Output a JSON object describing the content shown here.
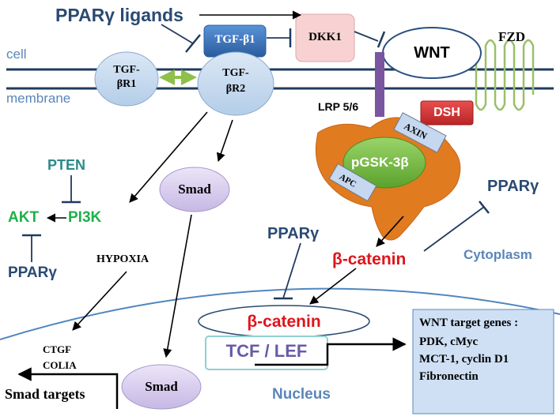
{
  "labels": {
    "ppar_ligands": "PPARγ ligands",
    "tgf_b1": "TGF-β1",
    "dkk1": "DKK1",
    "wnt": "WNT",
    "fzd": "FZD",
    "cell": "cell",
    "membrane": "membrane",
    "tgf_br1_line1": "TGF-",
    "tgf_br1_line2": "βR1",
    "tgf_br2_line1": "TGF-",
    "tgf_br2_line2": "βR2",
    "lrp": "LRP 5/6",
    "dsh": "DSH",
    "axin": "AXIN",
    "pgsk": "pGSK-3β",
    "apc": "APC",
    "pten": "PTEN",
    "akt": "AKT",
    "pi3k": "PI3K",
    "ppar_left": "PPARγ",
    "hypoxia": "HYPOXIA",
    "smad_upper": "Smad",
    "ppar_mid": "PPARγ",
    "ppar_right": "PPARγ",
    "beta_catenin_cyto": "β-catenin",
    "cytoplasm": "Cytoplasm",
    "beta_catenin_nuc": "β-catenin",
    "tcf_lef": "TCF / LEF",
    "ctgf": "CTGF",
    "colia": "COLIA",
    "smad_lower": "Smad",
    "smad_targets": "Smad targets",
    "nucleus": "Nucleus",
    "wnt_targets": {
      "title": "WNT target genes :",
      "lines": [
        "PDK, cMyc",
        "MCT-1, cyclin D1",
        "Fibronectin"
      ]
    }
  },
  "colors": {
    "membrane_line": "#1f3b5e",
    "receptor_fill": "#c8dcf0",
    "tgf_b1_fill": "#3a76c0",
    "dkk1_fill": "#f8d2d2",
    "lrp_fill": "#7a55a0",
    "fzd_stroke": "#9ac06a",
    "dsh_fill": "#d23a3a",
    "scaffold_fill": "#e07b20",
    "pgsk_fill": "#79c043",
    "smad_fill": "#d8ccee",
    "nucleus_line": "#4f86c0",
    "target_box_fill": "#cfe0f4",
    "accent_red": "#e0141c",
    "accent_green": "#1fb04a"
  },
  "icons": [
    "arrow-icon",
    "inhibition-icon",
    "double-arrow-icon"
  ]
}
